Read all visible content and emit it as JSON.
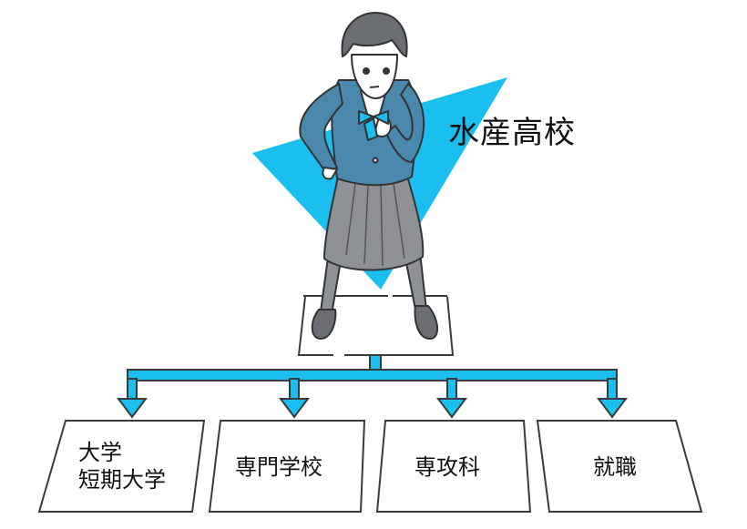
{
  "diagram": {
    "type": "career-path-flow",
    "origin": {
      "label": "水産高校",
      "figure": "student-in-blazer-uniform-thinking"
    },
    "destinations": [
      {
        "id": "university",
        "lines": [
          "大学",
          "短期大学"
        ]
      },
      {
        "id": "vocational-school",
        "lines": [
          "専門学校"
        ]
      },
      {
        "id": "advanced-course",
        "lines": [
          "専攻科"
        ]
      },
      {
        "id": "employment",
        "lines": [
          "就職"
        ]
      }
    ],
    "colors": {
      "accent": "#1ABFEF",
      "jacket": "#4A88AE",
      "skirt": "#8E9196",
      "outline": "#3A3A3A",
      "text": "#111111"
    }
  }
}
